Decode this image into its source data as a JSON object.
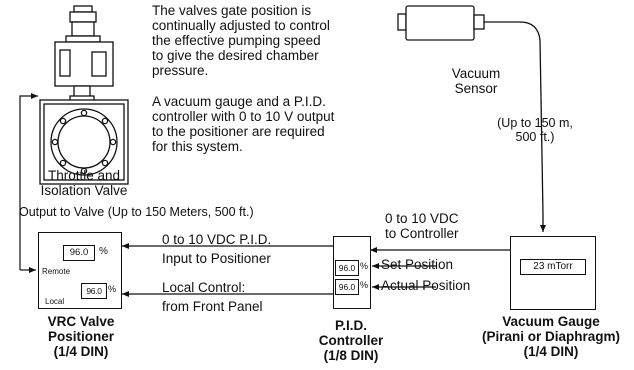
{
  "description": {
    "para1": [
      "The valves gate position is",
      "continually adjusted to control",
      "the effective pumping speed",
      "to give the desired chamber",
      "pressure."
    ],
    "para2": [
      "A vacuum gauge and a P.I.D.",
      "controller with 0 to 10 V output",
      "to the positioner are required",
      "for this system."
    ]
  },
  "valve": {
    "caption": [
      "Throttle and",
      "Isolation Valve"
    ]
  },
  "sensor": {
    "caption": [
      "Vacuum",
      "Sensor"
    ],
    "cable_length": [
      "(Up to 150 m,",
      "500 ft.)"
    ]
  },
  "wiring": {
    "output_to_valve": "Output to Valve (Up to 150 Meters, 500 ft.)",
    "to_controller": [
      "0 to 10 VDC",
      "to Controller"
    ],
    "pid_input": [
      "0 to 10 VDC P.I.D.",
      "Input to Positioner"
    ],
    "local_control": [
      "Local Control:",
      "from Front Panel"
    ],
    "set_position": "Set Position",
    "actual_position": "Actual Position"
  },
  "positioner": {
    "display_value": "96.0",
    "display_unit": "%",
    "switch_remote": "Remote",
    "switch_local": "Local",
    "local_value": "96.0",
    "local_unit": "%",
    "caption": [
      "VRC Valve",
      "Positioner",
      "(1/4 DIN)"
    ]
  },
  "pid": {
    "set_value": "96.0",
    "set_unit": "%",
    "actual_value": "96.0",
    "actual_unit": "%",
    "caption": [
      "P.I.D.",
      "Controller",
      "(1/8 DIN)"
    ]
  },
  "gauge": {
    "display": "23 mTorr",
    "caption": [
      "Vacuum Gauge",
      "(Pirani or Diaphragm)",
      "(1/4 DIN)"
    ]
  }
}
